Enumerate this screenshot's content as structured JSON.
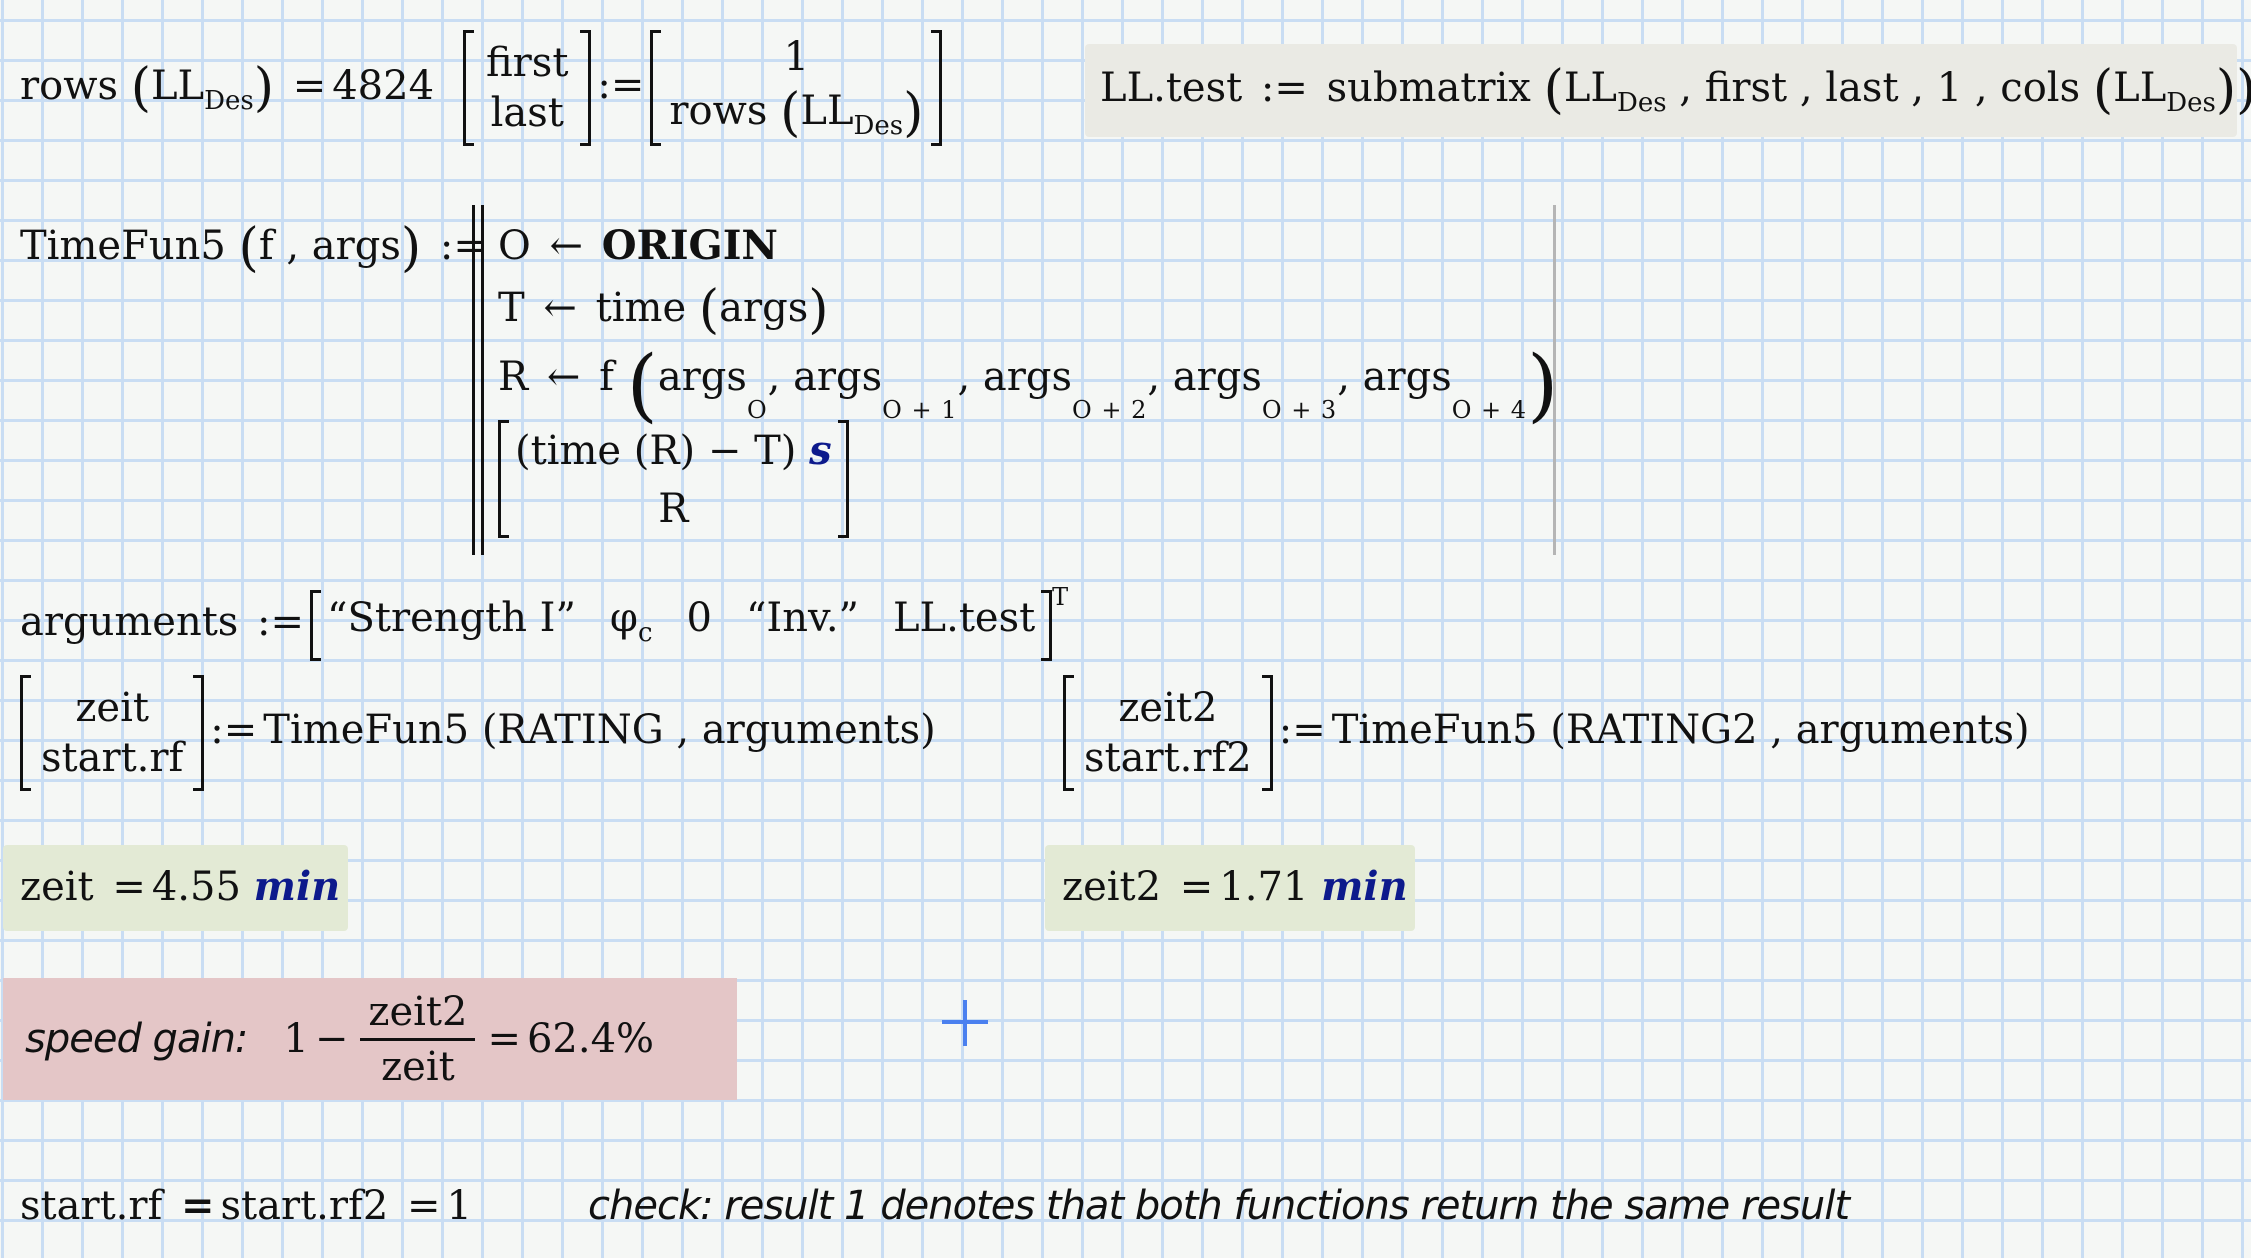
{
  "row1": {
    "rows_fn": "rows",
    "ll_base": "LL",
    "ll_sub": "Des",
    "equals": "=",
    "rows_result": "4824",
    "lhs_matrix": [
      "first",
      "last"
    ],
    "assign": ":=",
    "rhs_first": "1",
    "rhs_last_fn": "rows"
  },
  "submatrix_region": {
    "lhs": "LL.test",
    "assign": ":=",
    "fn": "submatrix",
    "args": [
      "first",
      "last",
      "1"
    ],
    "cols_fn": "cols",
    "ll_base": "LL",
    "ll_sub": "Des"
  },
  "timefun": {
    "name": "TimeFun5",
    "params": "f , args",
    "assign": ":=",
    "line1_var": "O",
    "line1_value": "ORIGIN",
    "line2_var": "T",
    "line2_fn": "time",
    "line2_arg": "args",
    "line3_var": "R",
    "line3_fn": "f",
    "arg_name": "args",
    "arg_subscripts": [
      "O",
      "O + 1",
      "O + 2",
      "O + 3",
      "O + 4"
    ],
    "arrow": "←",
    "return_top": "(time (R) − T)",
    "return_unit": "s",
    "return_bottom": "R"
  },
  "arguments_row": {
    "name": "arguments",
    "assign": ":=",
    "items": [
      "“Strength I”",
      "φ",
      "0",
      "“Inv.”",
      "LL.test"
    ],
    "phi_sub": "c",
    "transpose": "T"
  },
  "call1": {
    "lhs": [
      "zeit",
      "start.rf"
    ],
    "assign": ":=",
    "rhs": "TimeFun5 (RATING , arguments)"
  },
  "call2": {
    "lhs": [
      "zeit2",
      "start.rf2"
    ],
    "assign": ":=",
    "rhs": "TimeFun5 (RATING2 , arguments)"
  },
  "result1": {
    "var": "zeit",
    "equals": "=",
    "value": "4.55",
    "unit": "min"
  },
  "result2": {
    "var": "zeit2",
    "equals": "=",
    "value": "1.71",
    "unit": "min"
  },
  "speed_gain": {
    "label": "speed gain:",
    "one": "1",
    "minus": "−",
    "numerator": "zeit2",
    "denominator": "zeit",
    "equals": "=",
    "value": "62.4%"
  },
  "check_row": {
    "expression": "start.rf",
    "bool_equals": "=",
    "expression2": "start.rf2",
    "equals": "=",
    "result": "1",
    "comment": "check: result 1 denotes that both functions return the same result"
  },
  "colors": {
    "grid": "#c9ddf3",
    "background": "#f5f7f5",
    "unit_blue": "#0d1a8c",
    "result_green_bg": "#e3ead5",
    "highlight_red_bg": "#e4c6c7",
    "definition_gray_bg": "#eaeae4",
    "crosshair": "#4a80ef"
  }
}
